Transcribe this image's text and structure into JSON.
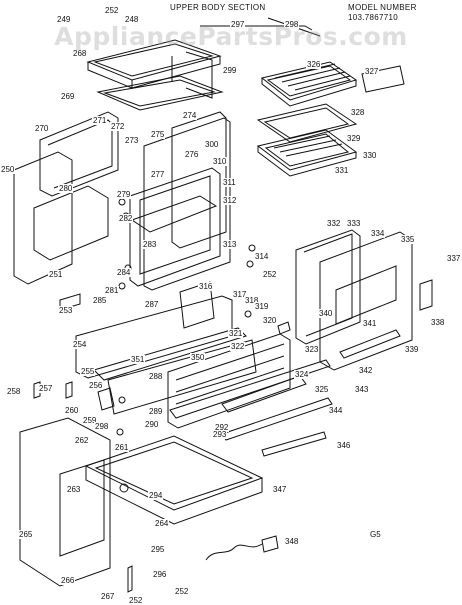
{
  "header": {
    "title": "UPPER BODY SECTION",
    "model_label": "MODEL NUMBER",
    "model_number": "103.7867710"
  },
  "watermark": "AppliancePartsPros.com",
  "diagram_code": "G5",
  "part_numbers": [
    "249",
    "252",
    "248",
    "297",
    "298",
    "268",
    "299",
    "326",
    "327",
    "269",
    "274",
    "328",
    "329",
    "330",
    "270",
    "271",
    "272",
    "273",
    "275",
    "276",
    "300",
    "310",
    "331",
    "250",
    "280",
    "277",
    "311",
    "279",
    "312",
    "282",
    "283",
    "313",
    "332",
    "333",
    "334",
    "335",
    "337",
    "281",
    "284",
    "314",
    "285",
    "252",
    "251",
    "316",
    "317",
    "318",
    "319",
    "320",
    "253",
    "287",
    "338",
    "340",
    "341",
    "321",
    "322",
    "323",
    "254",
    "351",
    "288",
    "350",
    "342",
    "339",
    "255",
    "324",
    "343",
    "258",
    "257",
    "256",
    "289",
    "325",
    "344",
    "260",
    "259",
    "298",
    "290",
    "292",
    "346",
    "261",
    "293",
    "262",
    "294",
    "347",
    "263",
    "264",
    "265",
    "295",
    "348",
    "266",
    "296",
    "267",
    "252",
    "252"
  ],
  "colors": {
    "line": "#111111",
    "watermark": "#a0a0a0"
  }
}
